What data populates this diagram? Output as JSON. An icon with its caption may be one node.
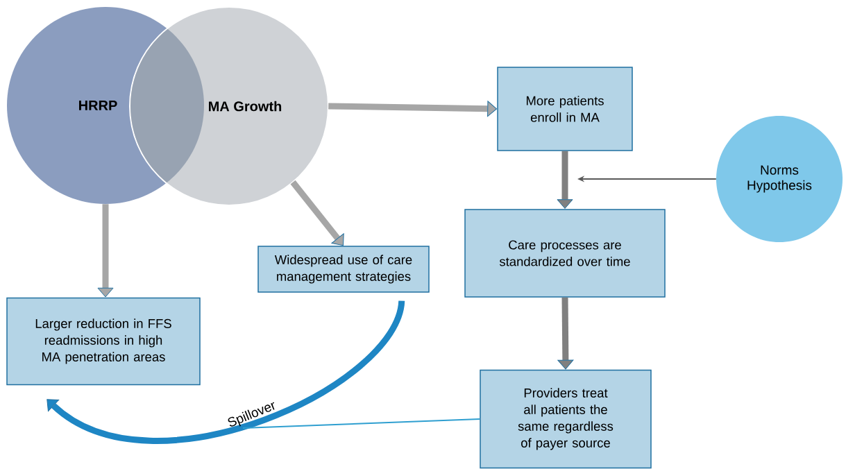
{
  "diagram": {
    "nodes": [
      {
        "text": [
          "HRRP"
        ]
      },
      {
        "text": [
          "MA Growth"
        ]
      },
      {
        "text": [
          "More patients enroll in MA"
        ]
      },
      {
        "text": [
          "Norms Hypothesis"
        ]
      },
      {
        "text": [
          "Care processes are standardized over time"
        ]
      },
      {
        "text": [
          "Widespread use of care management strategies"
        ]
      },
      {
        "text": [
          "Larger reduction in FFS readmissions in high MA penetration areas"
        ]
      },
      {
        "text": [
          "Providers treat all patients the same regardless of payer source"
        ]
      }
    ],
    "edges": [
      {
        "from": 1,
        "to": 2,
        "arrow": "to"
      },
      {
        "from": 2,
        "to": 4,
        "arrow": "to",
        "color": "#808080"
      },
      {
        "from": 3,
        "to": null,
        "arrow": "to",
        "color": "#595959"
      },
      {
        "from": 4,
        "to": 7,
        "arrow": "to",
        "color": "#808080"
      },
      {
        "from": 1,
        "to": 5,
        "arrow": "to"
      },
      {
        "from": 0,
        "to": 6,
        "arrow": "to"
      },
      {
        "from": 5,
        "to": 6,
        "arrow": "to",
        "color": "#1e86c4",
        "label": "Spillover"
      },
      {
        "from": 7,
        "to": null,
        "arrow": "none",
        "color": "#2f9fd0"
      }
    ]
  }
}
